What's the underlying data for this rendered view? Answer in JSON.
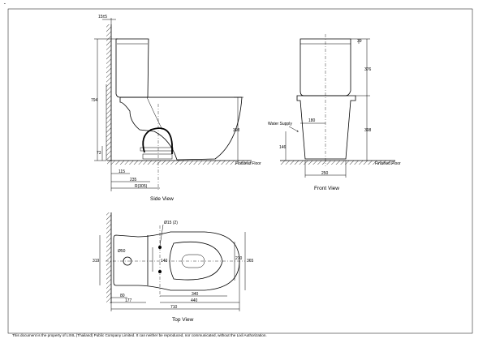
{
  "corner_mark": "˜",
  "footer_text": "This document is the property of LIXIL (Thailand) Public Company Limited. It can neither be reproduced, nor communicated, without the Lixil Authorization.",
  "side_view": {
    "title": "Side View",
    "dims": {
      "top_offset": "15±5",
      "total_height": "794",
      "seat_height": "398",
      "outlet_height": "73",
      "d115": "115",
      "d235": "235",
      "rough_in": "R(305)"
    },
    "floor_label": "Finished Floor"
  },
  "front_view": {
    "title": "Front View",
    "dims": {
      "lid_top": "39",
      "tank_height": "376",
      "bowl_height": "398",
      "inlet_offset": "180",
      "inlet_height": "146",
      "base_width": "250"
    },
    "water_supply_label": "Water Supply",
    "floor_label": "Finished Floor"
  },
  "top_view": {
    "title": "Top View",
    "dims": {
      "inlet_dia": "Ø15 (2)",
      "width_left": "319",
      "d140": "140",
      "d270": "270",
      "width_right": "365",
      "d340": "340",
      "d440": "440",
      "d80": "80",
      "d177": "177",
      "overall_length": "710"
    },
    "hole_label": "Ø50"
  }
}
